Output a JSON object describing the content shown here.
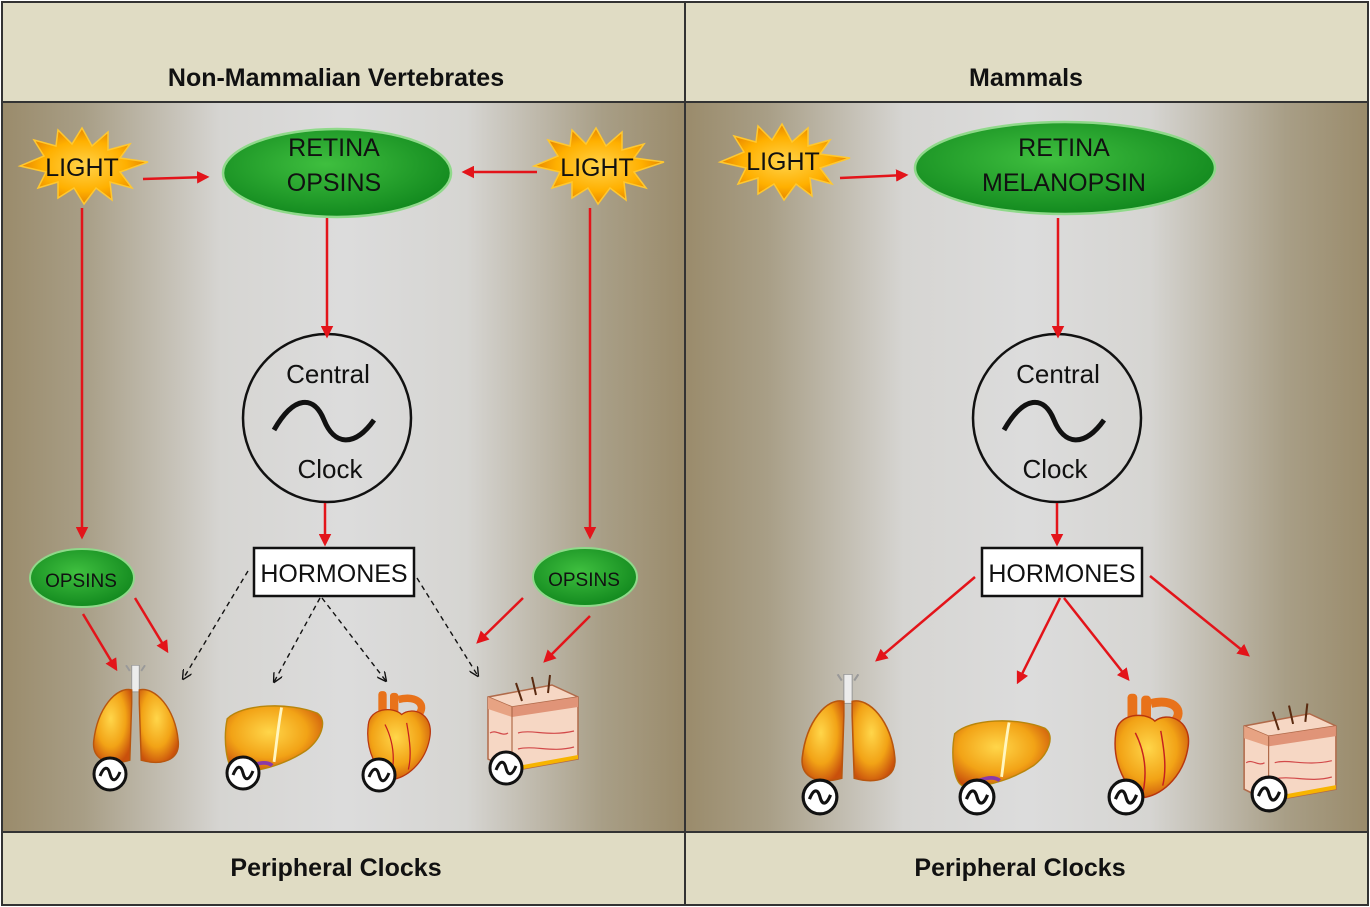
{
  "colors": {
    "header_bg": "#e0dcc4",
    "border": "#333333",
    "arrow_red": "#e3141a",
    "ellipse_green": "#1e8f2a",
    "light_orange": "#ffb000"
  },
  "left_panel": {
    "title": "Non-Mammalian Vertebrates",
    "footer": "Peripheral Clocks",
    "light_left": "LIGHT",
    "light_right": "LIGHT",
    "retina_line1": "RETINA",
    "retina_line2": "OPSINS",
    "clock_top": "Central",
    "clock_bottom": "Clock",
    "hormones": "HORMONES",
    "opsins_left": "OPSINS",
    "opsins_right": "OPSINS",
    "organs": [
      "lung-icon",
      "liver-icon",
      "heart-icon",
      "skin-icon"
    ]
  },
  "right_panel": {
    "title": "Mammals",
    "footer": "Peripheral Clocks",
    "light": "LIGHT",
    "retina_line1": "RETINA",
    "retina_line2": "MELANOPSIN",
    "clock_top": "Central",
    "clock_bottom": "Clock",
    "hormones": "HORMONES",
    "organs": [
      "lung-icon",
      "liver-icon",
      "heart-icon",
      "skin-icon"
    ]
  }
}
